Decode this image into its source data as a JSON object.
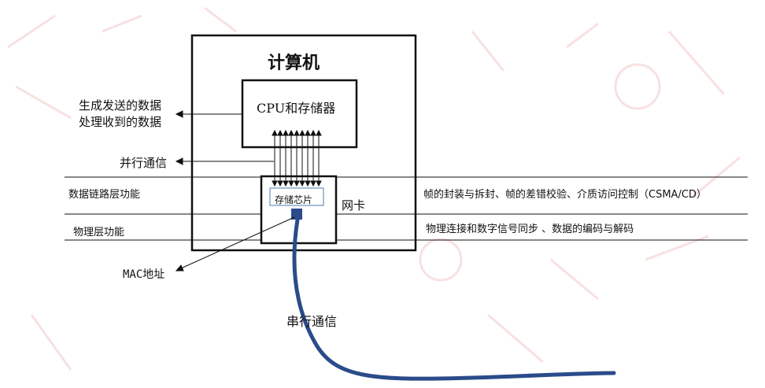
{
  "computer": {
    "title": "计算机"
  },
  "cpu": {
    "label": "CPU和存储器"
  },
  "left_labels": {
    "generate_line1": "生成发送的数据",
    "generate_line2": "处理收到的数据",
    "parallel": "并行通信",
    "mac": "MAC地址"
  },
  "layers": {
    "datalink": {
      "label": "数据链路层功能",
      "description": "帧的封装与拆封、帧的差错校验、介质访问控制（CSMA/CD）"
    },
    "physical": {
      "label": "物理层功能",
      "description": "物理连接和数字信号同步 、数据的编码与解码"
    }
  },
  "nic": {
    "label": "网卡",
    "chip_label": "存储芯片"
  },
  "cable": {
    "label": "串行通信",
    "color": "#2b4b8a"
  },
  "colors": {
    "line": "#111111",
    "watermark": "#e89a9a"
  }
}
